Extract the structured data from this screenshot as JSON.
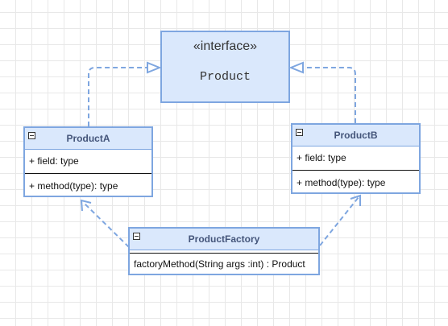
{
  "interface": {
    "stereotype": "«interface»",
    "name": "Product"
  },
  "productA": {
    "name": "ProductA",
    "field": "+ field: type",
    "method": "+ method(type): type"
  },
  "productB": {
    "name": "ProductB",
    "field": "+ field: type",
    "method": "+ method(type): type"
  },
  "factory": {
    "name": "ProductFactory",
    "method": "factoryMethod(String args :int) : Product"
  },
  "colors": {
    "fill": "#dae8fc",
    "stroke": "#7ea6e0",
    "title_text": "#44557a"
  }
}
